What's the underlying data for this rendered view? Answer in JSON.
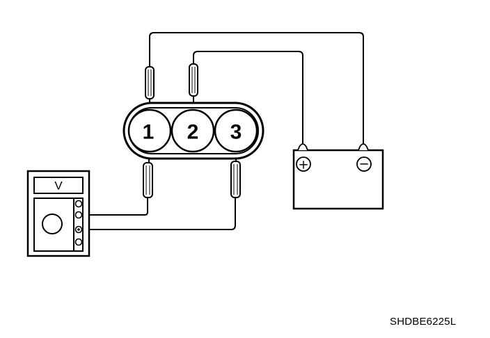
{
  "connector": {
    "terminals": [
      {
        "label": "1"
      },
      {
        "label": "2"
      },
      {
        "label": "3"
      }
    ]
  },
  "voltmeter": {
    "display_label": "V"
  },
  "battery": {
    "positive_symbol": "+",
    "negative_symbol": "−"
  },
  "figure_code": "SHDBE6225L"
}
